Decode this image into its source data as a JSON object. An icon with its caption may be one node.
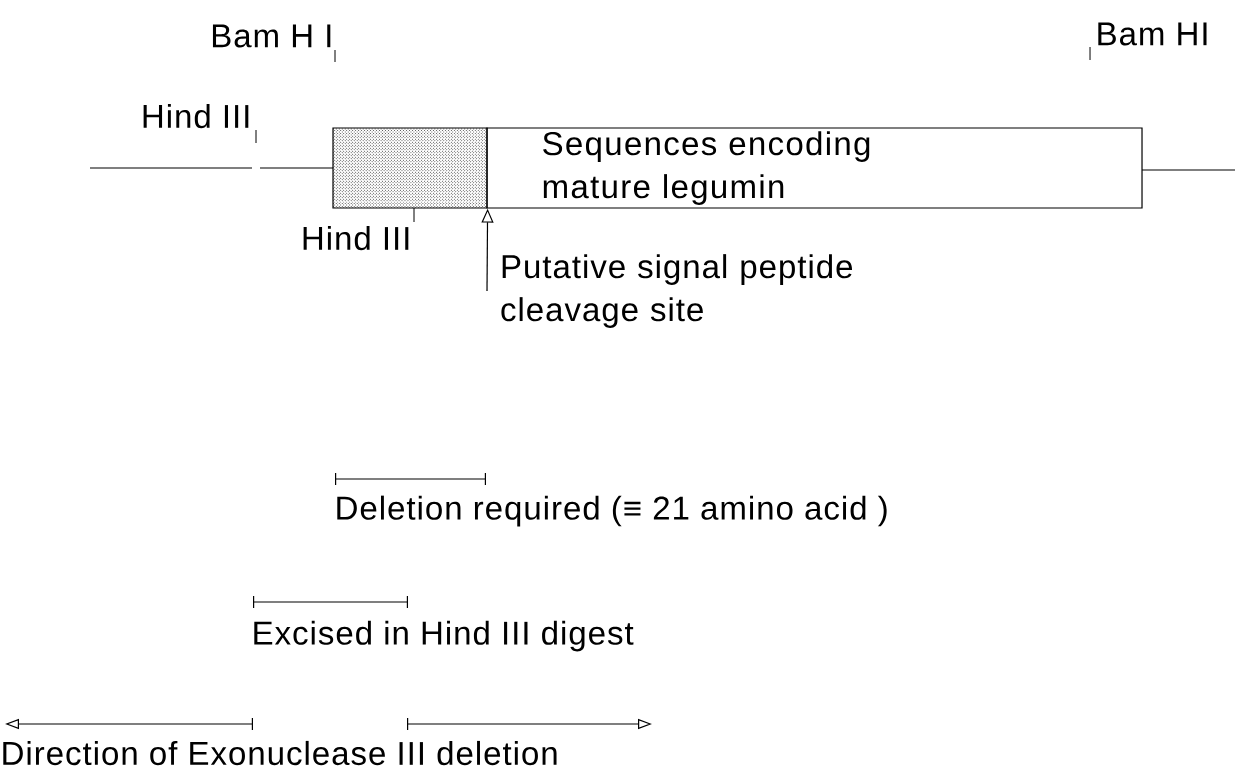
{
  "diagram": {
    "nodes": [
      {
        "text": [],
        "shape": "box"
      },
      {
        "text": [
          "Sequences encoding mature legumin"
        ]
      },
      {
        "text": [
          "Putative signal peptide cleavage site"
        ]
      }
    ],
    "edges": [
      {
        "from": 2,
        "to": 0,
        "arrow": "to"
      }
    ],
    "labels": [
      "Bam H I",
      "Bam HI",
      "Hind III",
      "Hind III",
      "Deletion required (≡ 21 amino acid )",
      "Excised in Hind III digest",
      "Direction of Exonuclease III deletion"
    ]
  }
}
